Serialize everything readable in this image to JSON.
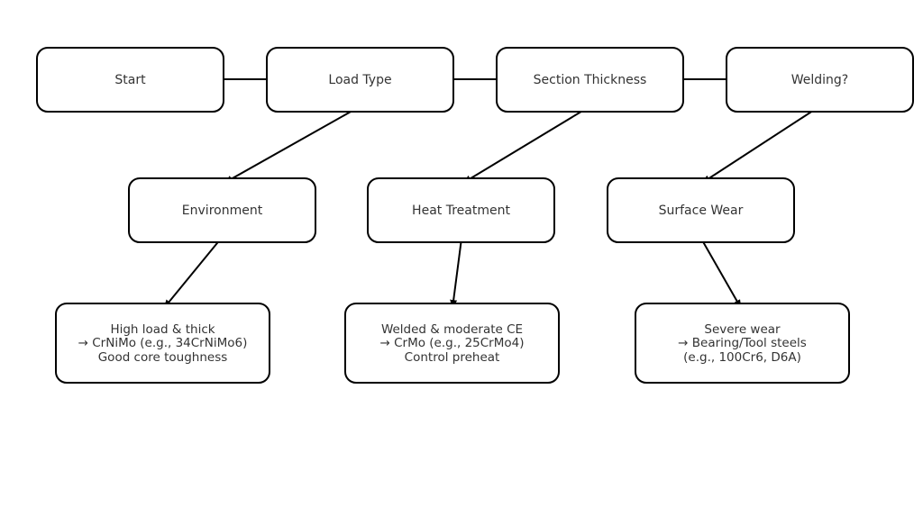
{
  "diagram": {
    "nodes": {
      "start": {
        "lines": [
          "Start"
        ]
      },
      "load_type": {
        "lines": [
          "Load Type"
        ]
      },
      "section_thickness": {
        "lines": [
          "Section Thickness"
        ]
      },
      "welding": {
        "lines": [
          "Welding?"
        ]
      },
      "environment": {
        "lines": [
          "Environment"
        ]
      },
      "heat_treatment": {
        "lines": [
          "Heat Treatment"
        ]
      },
      "surface_wear": {
        "lines": [
          "Surface Wear"
        ]
      },
      "outcome_crnimo": {
        "lines": [
          "High load & thick",
          "→ CrNiMo (e.g., 34CrNiMo6)",
          "Good core toughness"
        ]
      },
      "outcome_crmo": {
        "lines": [
          "Welded & moderate CE",
          "→ CrMo (e.g., 25CrMo4)",
          "Control preheat"
        ]
      },
      "outcome_bearing": {
        "lines": [
          "Severe wear",
          "→ Bearing/Tool steels",
          "(e.g., 100Cr6, D6A)"
        ]
      }
    },
    "edges": [
      {
        "from": "start",
        "to": "load_type"
      },
      {
        "from": "load_type",
        "to": "section_thickness"
      },
      {
        "from": "section_thickness",
        "to": "welding"
      },
      {
        "from": "load_type",
        "to": "environment"
      },
      {
        "from": "section_thickness",
        "to": "heat_treatment"
      },
      {
        "from": "welding",
        "to": "surface_wear"
      },
      {
        "from": "environment",
        "to": "outcome_crnimo"
      },
      {
        "from": "heat_treatment",
        "to": "outcome_crmo"
      },
      {
        "from": "surface_wear",
        "to": "outcome_bearing"
      }
    ],
    "colors": {
      "stroke": "#000000",
      "text": "#333333",
      "fill": "#ffffff"
    }
  }
}
